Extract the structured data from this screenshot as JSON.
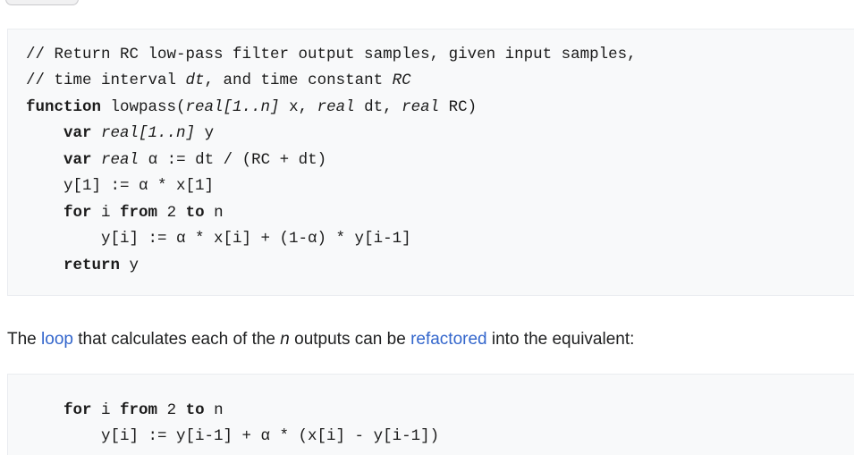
{
  "chrome": {
    "tab_fragment_label": ""
  },
  "code_block_1": {
    "name": "rc-lowpass-filter-pseudocode",
    "lines": [
      {
        "indent": 0,
        "tokens": [
          {
            "text": "// Return RC low-pass filter output samples, given input samples,",
            "style": "plain"
          }
        ]
      },
      {
        "indent": 0,
        "tokens": [
          {
            "text": "// time interval ",
            "style": "plain"
          },
          {
            "text": "dt",
            "style": "italic"
          },
          {
            "text": ", and time constant ",
            "style": "plain"
          },
          {
            "text": "RC",
            "style": "italic"
          }
        ]
      },
      {
        "indent": 0,
        "tokens": [
          {
            "text": "function",
            "style": "keyword"
          },
          {
            "text": " lowpass(",
            "style": "plain"
          },
          {
            "text": "real[1..n]",
            "style": "italic"
          },
          {
            "text": " x, ",
            "style": "plain"
          },
          {
            "text": "real",
            "style": "italic"
          },
          {
            "text": " dt, ",
            "style": "plain"
          },
          {
            "text": "real",
            "style": "italic"
          },
          {
            "text": " RC)",
            "style": "plain"
          }
        ]
      },
      {
        "indent": 1,
        "tokens": [
          {
            "text": "var",
            "style": "keyword"
          },
          {
            "text": " ",
            "style": "plain"
          },
          {
            "text": "real[1..n]",
            "style": "italic"
          },
          {
            "text": " y",
            "style": "plain"
          }
        ]
      },
      {
        "indent": 1,
        "tokens": [
          {
            "text": "var",
            "style": "keyword"
          },
          {
            "text": " ",
            "style": "plain"
          },
          {
            "text": "real",
            "style": "italic"
          },
          {
            "text": " α := dt / (RC + dt)",
            "style": "plain"
          }
        ]
      },
      {
        "indent": 1,
        "tokens": [
          {
            "text": "y[1] := α * x[1]",
            "style": "plain"
          }
        ]
      },
      {
        "indent": 1,
        "tokens": [
          {
            "text": "for",
            "style": "keyword"
          },
          {
            "text": " i ",
            "style": "plain"
          },
          {
            "text": "from",
            "style": "keyword"
          },
          {
            "text": " 2 ",
            "style": "plain"
          },
          {
            "text": "to",
            "style": "keyword"
          },
          {
            "text": " n",
            "style": "plain"
          }
        ]
      },
      {
        "indent": 2,
        "tokens": [
          {
            "text": "y[i] := α * x[i] + (1-α) * y[i-1]",
            "style": "plain"
          }
        ]
      },
      {
        "indent": 1,
        "tokens": [
          {
            "text": "return",
            "style": "keyword"
          },
          {
            "text": " y",
            "style": "plain"
          }
        ]
      }
    ]
  },
  "paragraph": {
    "tokens": [
      {
        "text": "The ",
        "style": "plain"
      },
      {
        "text": "loop",
        "style": "link"
      },
      {
        "text": " that calculates each of the ",
        "style": "plain"
      },
      {
        "text": "n",
        "style": "italic"
      },
      {
        "text": " outputs can be ",
        "style": "plain"
      },
      {
        "text": "refactored",
        "style": "link"
      },
      {
        "text": " into the equivalent:",
        "style": "plain"
      }
    ]
  },
  "code_block_2": {
    "name": "refactored-loop-pseudocode",
    "lines": [
      {
        "indent": 1,
        "tokens": [
          {
            "text": "for",
            "style": "keyword"
          },
          {
            "text": " i ",
            "style": "plain"
          },
          {
            "text": "from",
            "style": "keyword"
          },
          {
            "text": " 2 ",
            "style": "plain"
          },
          {
            "text": "to",
            "style": "keyword"
          },
          {
            "text": " n",
            "style": "plain"
          }
        ]
      },
      {
        "indent": 2,
        "tokens": [
          {
            "text": "y[i] := y[i-1] + α * (x[i] - y[i-1])",
            "style": "plain"
          }
        ]
      }
    ]
  },
  "colors": {
    "page_background": "#ffffff",
    "code_background": "#f8f9fa",
    "code_border": "#eaecf0",
    "text": "#202122",
    "link": "#3366cc",
    "tab_fragment": "#f1f1f2"
  }
}
